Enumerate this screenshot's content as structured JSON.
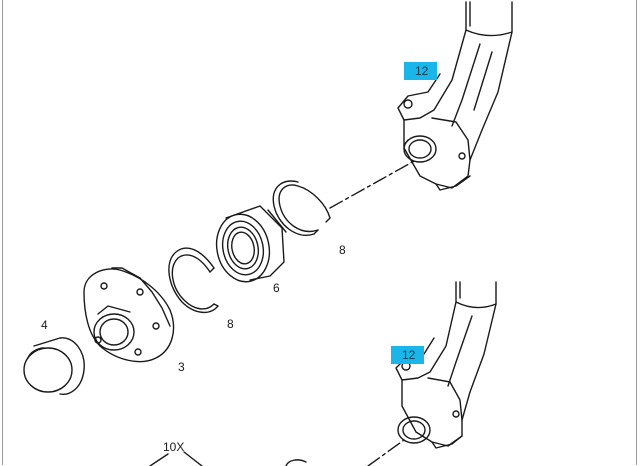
{
  "labels": {
    "part_12_upper": "12",
    "part_12_lower": "12",
    "part_8_right": "8",
    "part_8_left": "8",
    "part_6": "6",
    "part_4": "4",
    "part_3": "3",
    "part_10x": "10X"
  },
  "colors": {
    "line": "#1a1a1a",
    "highlight": "#1ab6ea",
    "background": "#ffffff"
  }
}
